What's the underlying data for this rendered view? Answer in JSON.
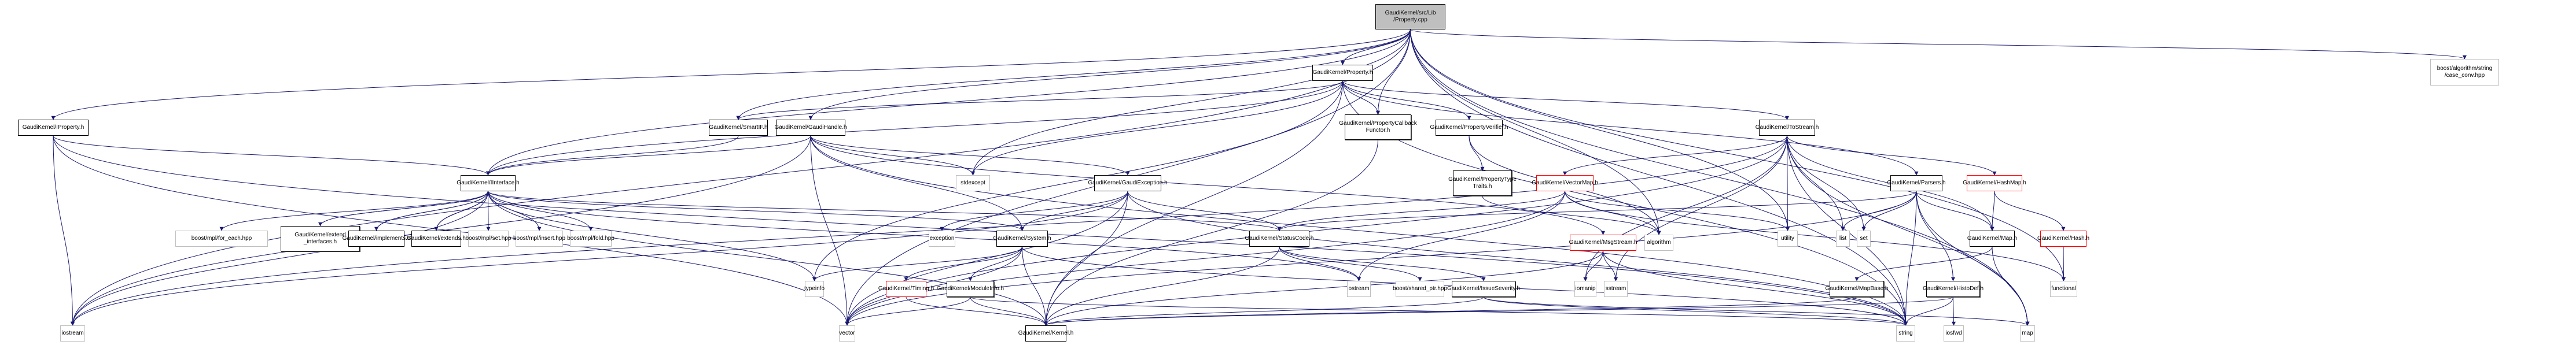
{
  "title": "GaudiKernel/src/Lib/Property.cpp include dependency graph",
  "colors": {
    "edge": "#191970",
    "root_fill": "#bfbfbf",
    "ext_border": "#bfbfbf",
    "truncated_border": "#ff0000",
    "node_border": "#000000"
  },
  "nodes": [
    {
      "id": "root",
      "label": "GaudiKernel/src/Lib\n/Property.cpp",
      "kind": "root"
    },
    {
      "id": "iproperty",
      "label": "GaudiKernel/IProperty.h",
      "kind": "internal"
    },
    {
      "id": "smartif",
      "label": "GaudiKernel/SmartIF.h",
      "kind": "internal"
    },
    {
      "id": "gaudihandle",
      "label": "GaudiKernel/GaudiHandle.h",
      "kind": "internal"
    },
    {
      "id": "property",
      "label": "GaudiKernel/Property.h",
      "kind": "internal"
    },
    {
      "id": "propcallback",
      "label": "GaudiKernel/PropertyCallback\nFunctor.h",
      "kind": "internal"
    },
    {
      "id": "propverifier",
      "label": "GaudiKernel/PropertyVerifier.h",
      "kind": "internal"
    },
    {
      "id": "proptypetraits",
      "label": "GaudiKernel/PropertyType\nTraits.h",
      "kind": "internal"
    },
    {
      "id": "tostream",
      "label": "GaudiKernel/ToStream.h",
      "kind": "internal"
    },
    {
      "id": "vectormap",
      "label": "GaudiKernel/VectorMap.h",
      "kind": "truncated"
    },
    {
      "id": "parsers",
      "label": "GaudiKernel/Parsers.h",
      "kind": "internal"
    },
    {
      "id": "hashmap",
      "label": "GaudiKernel/HashMap.h",
      "kind": "truncated"
    },
    {
      "id": "boostcase",
      "label": "boost/algorithm/string\n/case_conv.hpp",
      "kind": "external"
    },
    {
      "id": "iinterface",
      "label": "GaudiKernel/IInterface.h",
      "kind": "internal"
    },
    {
      "id": "foreach",
      "label": "boost/mpl/for_each.hpp",
      "kind": "external"
    },
    {
      "id": "extendif",
      "label": "GaudiKernel/extend\n_interfaces.h",
      "kind": "internal"
    },
    {
      "id": "implements",
      "label": "GaudiKernel/implements.h",
      "kind": "internal"
    },
    {
      "id": "extends",
      "label": "GaudiKernel/extends.h",
      "kind": "internal"
    },
    {
      "id": "mplset",
      "label": "boost/mpl/set.hpp",
      "kind": "external"
    },
    {
      "id": "mplinsert",
      "label": "boost/mpl/insert.hpp",
      "kind": "external"
    },
    {
      "id": "mplfold",
      "label": "boost/mpl/fold.hpp",
      "kind": "external"
    },
    {
      "id": "stdexcept",
      "label": "stdexcept",
      "kind": "external"
    },
    {
      "id": "gaudiexception",
      "label": "GaudiKernel/GaudiException.h",
      "kind": "internal"
    },
    {
      "id": "exception",
      "label": "exception",
      "kind": "external"
    },
    {
      "id": "system",
      "label": "GaudiKernel/System.h",
      "kind": "internal"
    },
    {
      "id": "statuscode",
      "label": "GaudiKernel/StatusCode.h",
      "kind": "internal"
    },
    {
      "id": "msgstream",
      "label": "GaudiKernel/MsgStream.h",
      "kind": "truncated"
    },
    {
      "id": "algorithm",
      "label": "algorithm",
      "kind": "external"
    },
    {
      "id": "utility",
      "label": "utility",
      "kind": "external"
    },
    {
      "id": "list",
      "label": "list",
      "kind": "external"
    },
    {
      "id": "set",
      "label": "set",
      "kind": "external"
    },
    {
      "id": "map_h",
      "label": "GaudiKernel/Map.h",
      "kind": "internal"
    },
    {
      "id": "hash",
      "label": "GaudiKernel/Hash.h",
      "kind": "truncated"
    },
    {
      "id": "typeinfo",
      "label": "typeinfo",
      "kind": "external"
    },
    {
      "id": "timing",
      "label": "GaudiKernel/Timing.h",
      "kind": "truncated"
    },
    {
      "id": "moduleinfo",
      "label": "GaudiKernel/ModuleInfo.h",
      "kind": "internal"
    },
    {
      "id": "ostream",
      "label": "ostream",
      "kind": "external"
    },
    {
      "id": "sharedptr",
      "label": "boost/shared_ptr.hpp",
      "kind": "external"
    },
    {
      "id": "issueseverity",
      "label": "GaudiKernel/IssueSeverity.h",
      "kind": "internal"
    },
    {
      "id": "iomanip",
      "label": "iomanip",
      "kind": "external"
    },
    {
      "id": "sstream",
      "label": "sstream",
      "kind": "external"
    },
    {
      "id": "mapbase",
      "label": "GaudiKernel/MapBase.h",
      "kind": "internal"
    },
    {
      "id": "histodef",
      "label": "GaudiKernel/HistoDef.h",
      "kind": "internal"
    },
    {
      "id": "functional",
      "label": "functional",
      "kind": "external"
    },
    {
      "id": "iostream",
      "label": "iostream",
      "kind": "external"
    },
    {
      "id": "vector",
      "label": "vector",
      "kind": "external"
    },
    {
      "id": "kernel",
      "label": "GaudiKernel/Kernel.h",
      "kind": "internal"
    },
    {
      "id": "string",
      "label": "string",
      "kind": "external"
    },
    {
      "id": "iosfwd",
      "label": "iosfwd",
      "kind": "external"
    },
    {
      "id": "map",
      "label": "map",
      "kind": "external"
    }
  ],
  "edges": [
    [
      "root",
      "iproperty"
    ],
    [
      "root",
      "smartif"
    ],
    [
      "root",
      "gaudihandle"
    ],
    [
      "root",
      "property"
    ],
    [
      "root",
      "propcallback"
    ],
    [
      "root",
      "boostcase"
    ],
    [
      "root",
      "iostream"
    ],
    [
      "root",
      "vector"
    ],
    [
      "root",
      "stdexcept"
    ],
    [
      "root",
      "algorithm"
    ],
    [
      "root",
      "utility"
    ],
    [
      "root",
      "functional"
    ],
    [
      "root",
      "string"
    ],
    [
      "root",
      "map"
    ],
    [
      "root",
      "iinterface"
    ],
    [
      "iproperty",
      "iinterface"
    ],
    [
      "iproperty",
      "iostream"
    ],
    [
      "iproperty",
      "vector"
    ],
    [
      "iproperty",
      "string"
    ],
    [
      "smartif",
      "iinterface"
    ],
    [
      "gaudihandle",
      "iinterface"
    ],
    [
      "gaudihandle",
      "system"
    ],
    [
      "gaudihandle",
      "gaudiexception"
    ],
    [
      "gaudihandle",
      "stdexcept"
    ],
    [
      "gaudihandle",
      "vector"
    ],
    [
      "gaudihandle",
      "string"
    ],
    [
      "gaudihandle",
      "iostream"
    ],
    [
      "property",
      "propcallback"
    ],
    [
      "property",
      "propverifier"
    ],
    [
      "property",
      "tostream"
    ],
    [
      "property",
      "parsers"
    ],
    [
      "property",
      "smartif"
    ],
    [
      "property",
      "iinterface"
    ],
    [
      "property",
      "stdexcept"
    ],
    [
      "property",
      "typeinfo"
    ],
    [
      "property",
      "string"
    ],
    [
      "property",
      "kernel"
    ],
    [
      "propcallback",
      "kernel"
    ],
    [
      "propverifier",
      "proptypetraits"
    ],
    [
      "propverifier",
      "algorithm"
    ],
    [
      "proptypetraits",
      "algorithm"
    ],
    [
      "tostream",
      "vectormap"
    ],
    [
      "tostream",
      "map_h"
    ],
    [
      "tostream",
      "hashmap"
    ],
    [
      "tostream",
      "iostream"
    ],
    [
      "tostream",
      "iomanip"
    ],
    [
      "tostream",
      "sstream"
    ],
    [
      "tostream",
      "vector"
    ],
    [
      "tostream",
      "list"
    ],
    [
      "tostream",
      "set"
    ],
    [
      "tostream",
      "map"
    ],
    [
      "tostream",
      "string"
    ],
    [
      "tostream",
      "utility"
    ],
    [
      "vectormap",
      "algorithm"
    ],
    [
      "vectormap",
      "statuscode"
    ],
    [
      "vectormap",
      "utility"
    ],
    [
      "vectormap",
      "functional"
    ],
    [
      "vectormap",
      "ostream"
    ],
    [
      "vectormap",
      "vector"
    ],
    [
      "parsers",
      "map_h"
    ],
    [
      "parsers",
      "histodef"
    ],
    [
      "parsers",
      "statuscode"
    ],
    [
      "parsers",
      "list"
    ],
    [
      "parsers",
      "set"
    ],
    [
      "parsers",
      "map"
    ],
    [
      "parsers",
      "string"
    ],
    [
      "parsers",
      "vector"
    ],
    [
      "hashmap",
      "map_h"
    ],
    [
      "hashmap",
      "hash"
    ],
    [
      "hash",
      "functional"
    ],
    [
      "map_h",
      "mapbase"
    ],
    [
      "map_h",
      "map"
    ],
    [
      "mapbase",
      "kernel"
    ],
    [
      "histodef",
      "iosfwd"
    ],
    [
      "histodef",
      "string"
    ],
    [
      "histodef",
      "kernel"
    ],
    [
      "iinterface",
      "foreach"
    ],
    [
      "iinterface",
      "extendif"
    ],
    [
      "iinterface",
      "implements"
    ],
    [
      "iinterface",
      "extends"
    ],
    [
      "iinterface",
      "mplset"
    ],
    [
      "iinterface",
      "mplinsert"
    ],
    [
      "iinterface",
      "mplfold"
    ],
    [
      "iinterface",
      "system"
    ],
    [
      "iinterface",
      "statuscode"
    ],
    [
      "iinterface",
      "typeinfo"
    ],
    [
      "iinterface",
      "ostream"
    ],
    [
      "iinterface",
      "kernel"
    ],
    [
      "iinterface",
      "iostream"
    ],
    [
      "extendif",
      "iinterface"
    ],
    [
      "implements",
      "iinterface"
    ],
    [
      "extends",
      "iinterface"
    ],
    [
      "gaudiexception",
      "exception"
    ],
    [
      "gaudiexception",
      "system"
    ],
    [
      "gaudiexception",
      "statuscode"
    ],
    [
      "gaudiexception",
      "kernel"
    ],
    [
      "gaudiexception",
      "string"
    ],
    [
      "gaudiexception",
      "vector"
    ],
    [
      "gaudiexception",
      "iostream"
    ],
    [
      "system",
      "timing"
    ],
    [
      "system",
      "moduleinfo"
    ],
    [
      "system",
      "typeinfo"
    ],
    [
      "system",
      "vector"
    ],
    [
      "system",
      "kernel"
    ],
    [
      "system",
      "string"
    ],
    [
      "timing",
      "kernel"
    ],
    [
      "moduleinfo",
      "kernel"
    ],
    [
      "moduleinfo",
      "vector"
    ],
    [
      "moduleinfo",
      "string"
    ],
    [
      "statuscode",
      "ostream"
    ],
    [
      "statuscode",
      "sharedptr"
    ],
    [
      "statuscode",
      "issueseverity"
    ],
    [
      "statuscode",
      "kernel"
    ],
    [
      "issueseverity",
      "kernel"
    ],
    [
      "issueseverity",
      "map"
    ],
    [
      "issueseverity",
      "string"
    ],
    [
      "msgstream",
      "iomanip"
    ],
    [
      "msgstream",
      "sstream"
    ],
    [
      "msgstream",
      "string"
    ],
    [
      "msgstream",
      "kernel"
    ],
    [
      "gaudihandle",
      "msgstream"
    ]
  ]
}
